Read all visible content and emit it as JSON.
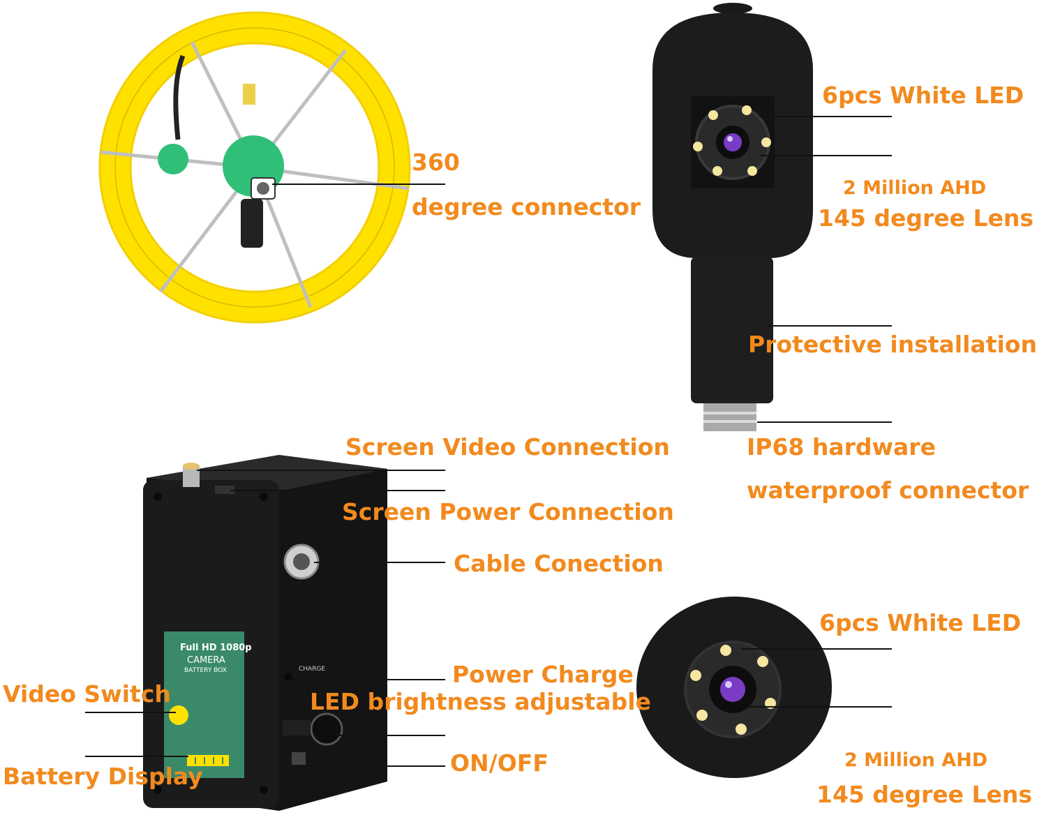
{
  "colors": {
    "label": "#f28a1e",
    "leader": "#111111",
    "cable_yellow": "#ffe100",
    "reel_green": "#2fbf78",
    "housing_black": "#1a1a1a",
    "box_panel_green": "#3a8a6a"
  },
  "reel": {
    "label_line1": "360",
    "label_line2": "degree connector"
  },
  "camera_side": {
    "led_label": "6pcs White LED",
    "ahd_label": "2 Million AHD",
    "lens_label": "145 degree Lens",
    "protect_label": "Protective installation",
    "ip68_label_line1": "IP68 hardware",
    "ip68_label_line2": "waterproof connector"
  },
  "battery_box": {
    "screen_video_label": "Screen Video Connection",
    "screen_power_label": "Screen Power Connection",
    "cable_label": "Cable Conection",
    "power_charge_label": "Power Charge",
    "led_brightness_label": "LED brightness adjustable",
    "onoff_label": "ON/OFF",
    "video_switch_label": "Video Switch",
    "battery_display_label": "Battery Display",
    "panel_title": "Full HD 1080p",
    "panel_subtitle": "CAMERA",
    "panel_subtitle2": "BATTERY BOX",
    "charge_text": "CHARGE"
  },
  "camera_front": {
    "led_label": "6pcs White LED",
    "ahd_label": "2 Million AHD",
    "lens_label": "145 degree Lens"
  }
}
